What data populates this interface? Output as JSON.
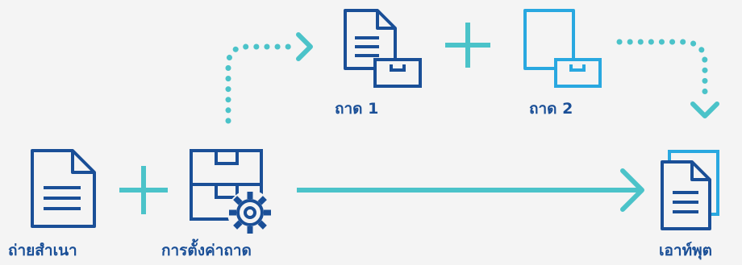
{
  "labels": {
    "tray1": "ถาด 1",
    "tray2": "ถาด 2",
    "original": "ถ่ายสำเนา",
    "tray_setting": "การตั้งค่าถาด",
    "output": "เอาท์พุต"
  },
  "colors": {
    "dark_blue": "#1a4f97",
    "light_blue": "#29a8e0",
    "teal": "#4bc3c9",
    "background": "#f4f4f4"
  }
}
